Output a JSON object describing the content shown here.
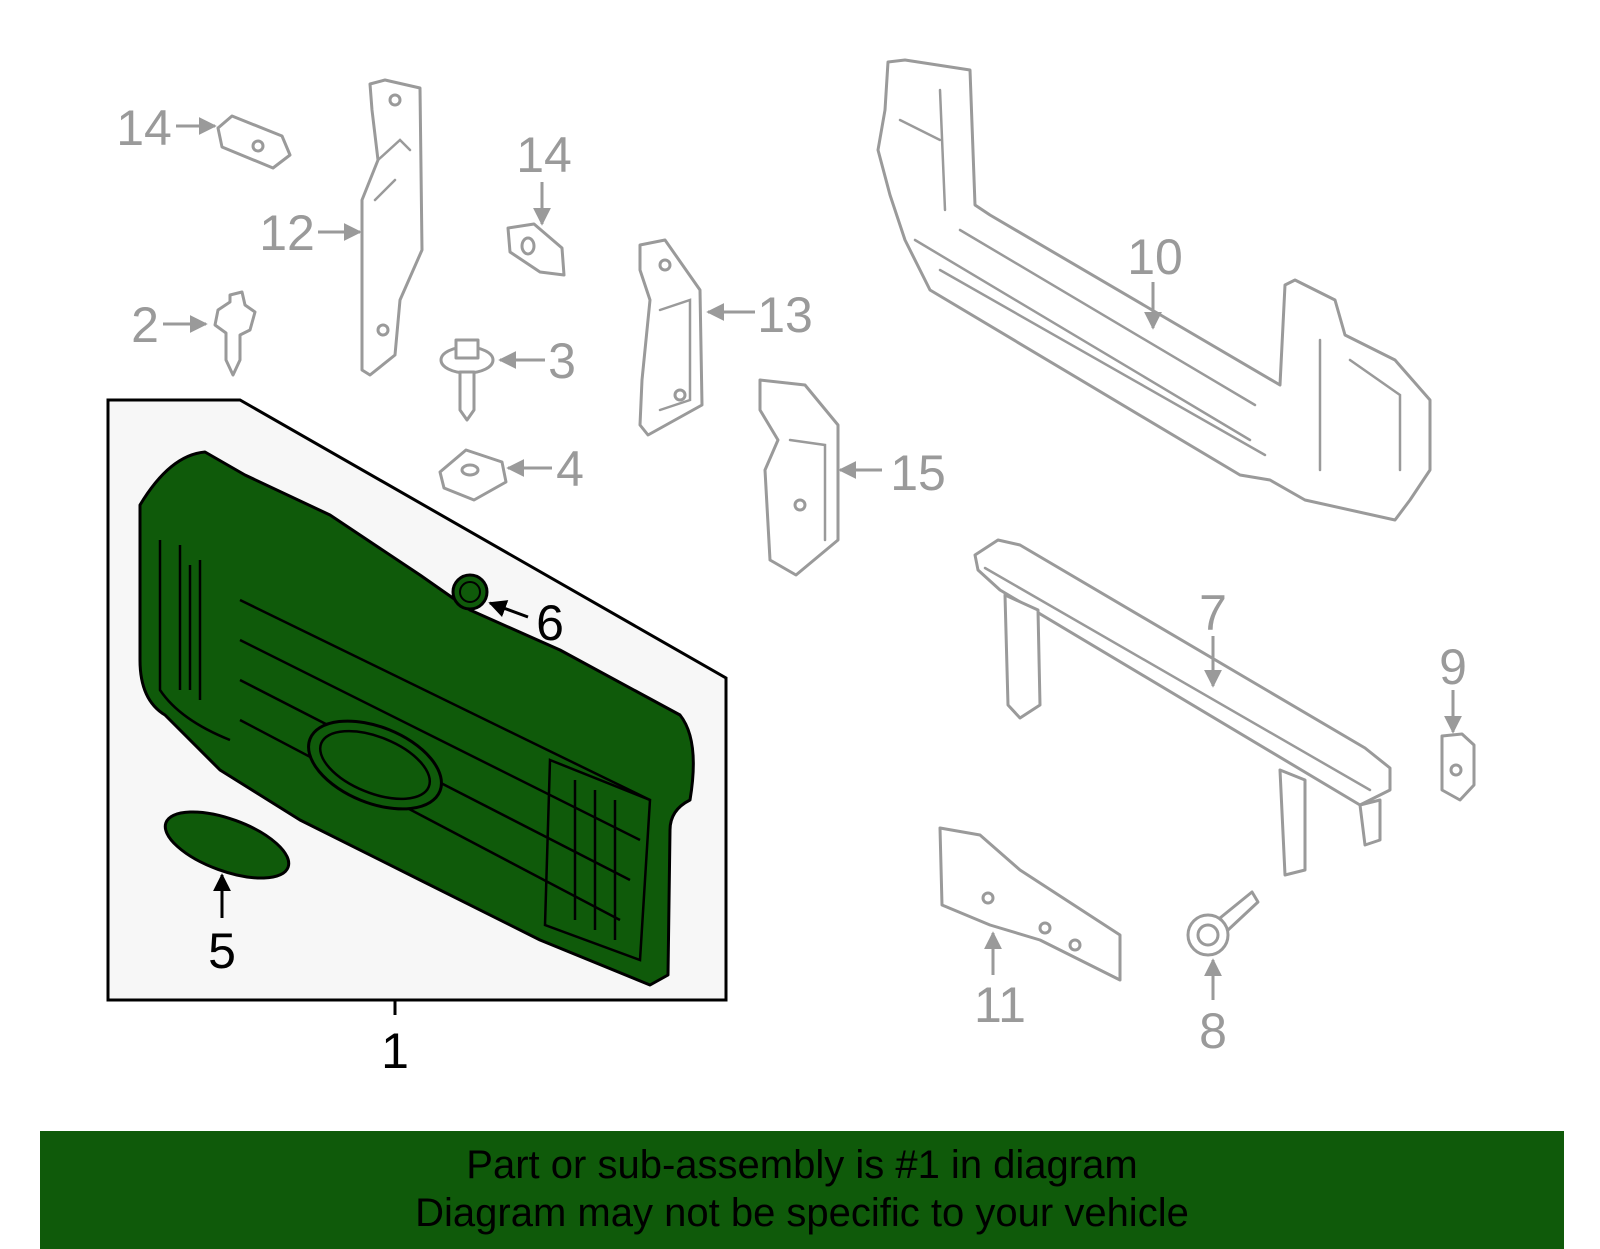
{
  "callouts": {
    "c1": "1",
    "c2": "2",
    "c3": "3",
    "c4": "4",
    "c5": "5",
    "c6": "6",
    "c7": "7",
    "c8": "8",
    "c9": "9",
    "c10": "10",
    "c11": "11",
    "c12": "12",
    "c13": "13",
    "c14a": "14",
    "c14b": "14",
    "c15": "15"
  },
  "banner": {
    "line1": "Part or sub-assembly is #1 in diagram",
    "line2": "Diagram may not be specific to your vehicle"
  },
  "colors": {
    "highlight": "#0f5a0a",
    "linework": "#9a9a9a",
    "panel": "#f7f7f7"
  }
}
